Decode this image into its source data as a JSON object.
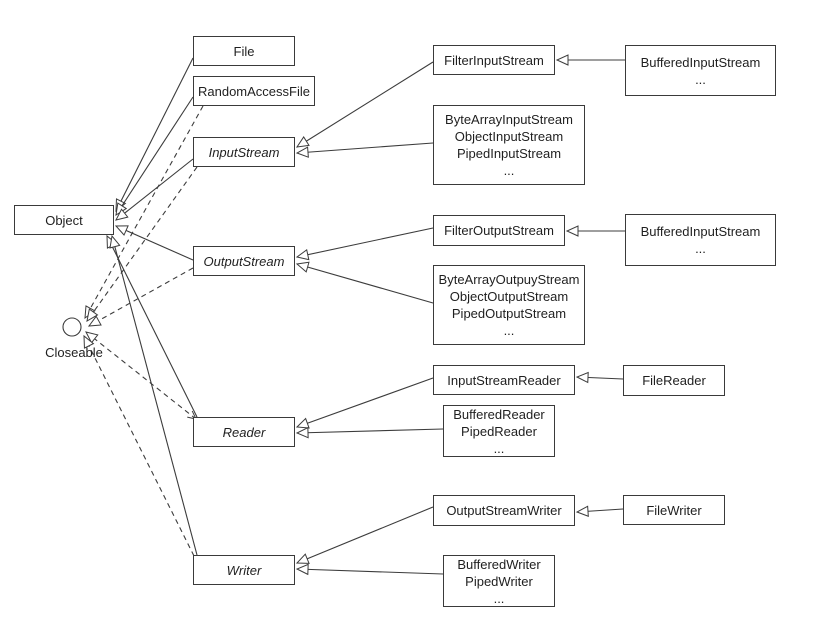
{
  "diagram": {
    "kind": "uml-class-diagram",
    "boxes": {
      "file": {
        "label": "File"
      },
      "random_access_file": {
        "label": "RandomAccessFile"
      },
      "input_stream": {
        "label": "InputStream",
        "style": "italic"
      },
      "object": {
        "label": "Object"
      },
      "output_stream": {
        "label": "OutputStream",
        "style": "italic"
      },
      "reader": {
        "label": "Reader",
        "style": "italic"
      },
      "writer": {
        "label": "Writer",
        "style": "italic"
      },
      "filter_input_stream": {
        "label": "FilterInputStream"
      },
      "buffered_input_stream_1": {
        "label": "BufferedInputStream\n..."
      },
      "byte_array_input": {
        "label": "ByteArrayInputStream\nObjectInputStream\nPipedInputStream\n..."
      },
      "filter_output_stream": {
        "label": "FilterOutputStream"
      },
      "buffered_input_stream_2": {
        "label": "BufferedInputStream\n..."
      },
      "byte_array_output": {
        "label": "ByteArrayOutpuyStream\nObjectOutputStream\nPipedOutputStream\n..."
      },
      "input_stream_reader": {
        "label": "InputStreamReader"
      },
      "file_reader": {
        "label": "FileReader"
      },
      "buffered_reader": {
        "label": "BufferedReader\nPipedReader\n..."
      },
      "output_stream_writer": {
        "label": "OutputStreamWriter"
      },
      "file_writer": {
        "label": "FileWriter"
      },
      "buffered_writer": {
        "label": "BufferedWriter\nPipedWriter\n..."
      }
    },
    "interface": {
      "label": "Closeable"
    },
    "colors": {
      "line": "#3c3c3c",
      "background": "#ffffff"
    },
    "relationships": [
      {
        "from": "file",
        "to": "object",
        "type": "generalization"
      },
      {
        "from": "random_access_file",
        "to": "object",
        "type": "generalization"
      },
      {
        "from": "input_stream",
        "to": "object",
        "type": "generalization"
      },
      {
        "from": "output_stream",
        "to": "object",
        "type": "generalization"
      },
      {
        "from": "reader",
        "to": "object",
        "type": "generalization"
      },
      {
        "from": "writer",
        "to": "object",
        "type": "generalization"
      },
      {
        "from": "random_access_file",
        "to": "closeable",
        "type": "realization"
      },
      {
        "from": "input_stream",
        "to": "closeable",
        "type": "realization"
      },
      {
        "from": "output_stream",
        "to": "closeable",
        "type": "realization"
      },
      {
        "from": "reader",
        "to": "closeable",
        "type": "realization"
      },
      {
        "from": "writer",
        "to": "closeable",
        "type": "realization"
      },
      {
        "from": "filter_input_stream",
        "to": "input_stream",
        "type": "generalization"
      },
      {
        "from": "byte_array_input",
        "to": "input_stream",
        "type": "generalization"
      },
      {
        "from": "buffered_input_stream_1",
        "to": "filter_input_stream",
        "type": "generalization"
      },
      {
        "from": "filter_output_stream",
        "to": "output_stream",
        "type": "generalization"
      },
      {
        "from": "byte_array_output",
        "to": "output_stream",
        "type": "generalization"
      },
      {
        "from": "buffered_input_stream_2",
        "to": "filter_output_stream",
        "type": "generalization"
      },
      {
        "from": "input_stream_reader",
        "to": "reader",
        "type": "generalization"
      },
      {
        "from": "buffered_reader",
        "to": "reader",
        "type": "generalization"
      },
      {
        "from": "file_reader",
        "to": "input_stream_reader",
        "type": "generalization"
      },
      {
        "from": "output_stream_writer",
        "to": "writer",
        "type": "generalization"
      },
      {
        "from": "buffered_writer",
        "to": "writer",
        "type": "generalization"
      },
      {
        "from": "file_writer",
        "to": "output_stream_writer",
        "type": "generalization"
      }
    ]
  }
}
